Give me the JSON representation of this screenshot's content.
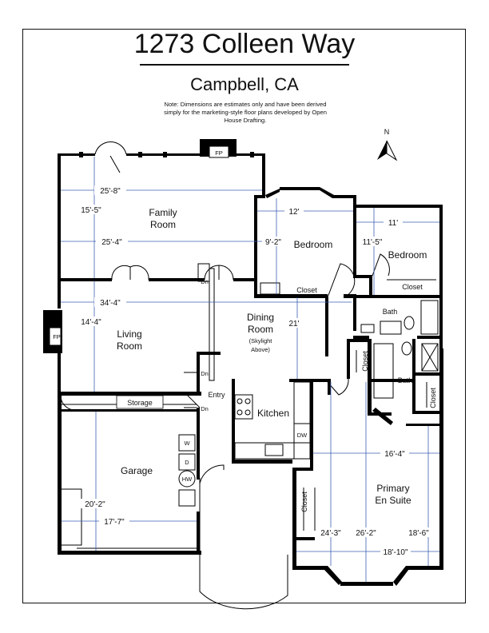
{
  "header": {
    "title": "1273 Colleen Way",
    "subtitle": "Campbell, CA",
    "note": "Note: Dimensions are estimates only and have been derived simply for the marketing-style floor plans developed by Open House Drafting."
  },
  "compass": {
    "label": "N"
  },
  "rooms": {
    "family_room_1": "Family",
    "family_room_2": "Room",
    "bedroom_2": "Bedroom",
    "bedroom_3": "Bedroom",
    "living_room_1": "Living",
    "living_room_2": "Room",
    "dining_room_1": "Dining",
    "dining_room_2": "Room",
    "dining_note_1": "(Skylight",
    "dining_note_2": "Above)",
    "kitchen": "Kitchen",
    "entry": "Entry",
    "storage": "Storage",
    "garage": "Garage",
    "primary_1": "Primary",
    "primary_2": "En Suite",
    "closet_bed2": "Closet",
    "closet_bed3": "Closet",
    "closet_hall": "Closet",
    "closet_primary_bath": "Closet",
    "closet_primary": "Closet",
    "bath_hall": "Bath",
    "bath_primary": "Bath"
  },
  "fixtures": {
    "fp_family": "FP",
    "fp_living": "FP",
    "dn_1": "Dn",
    "dn_2": "Dn",
    "dn_3": "Dn",
    "washer": "W",
    "dryer": "D",
    "water_heater": "HW",
    "dishwasher": "DW"
  },
  "dimensions": {
    "family_width_top": "25'-8\"",
    "family_depth": "15'-5\"",
    "family_width_bottom": "25'-4\"",
    "bedroom2_width": "12'",
    "bedroom2_depth": "9'-2\"",
    "bedroom3_width": "11'",
    "bedroom3_depth": "11'-5\"",
    "living_width": "34'-4\"",
    "living_depth": "14'-4\"",
    "dining_depth": "21'",
    "garage_depth": "20'-2\"",
    "garage_width": "17'-7\"",
    "primary_width_upper": "16'-4\"",
    "primary_depth_left": "24'-3\"",
    "primary_depth_mid": "26'-2\"",
    "primary_depth_right": "18'-6\"",
    "primary_width_lower": "18'-10\""
  }
}
